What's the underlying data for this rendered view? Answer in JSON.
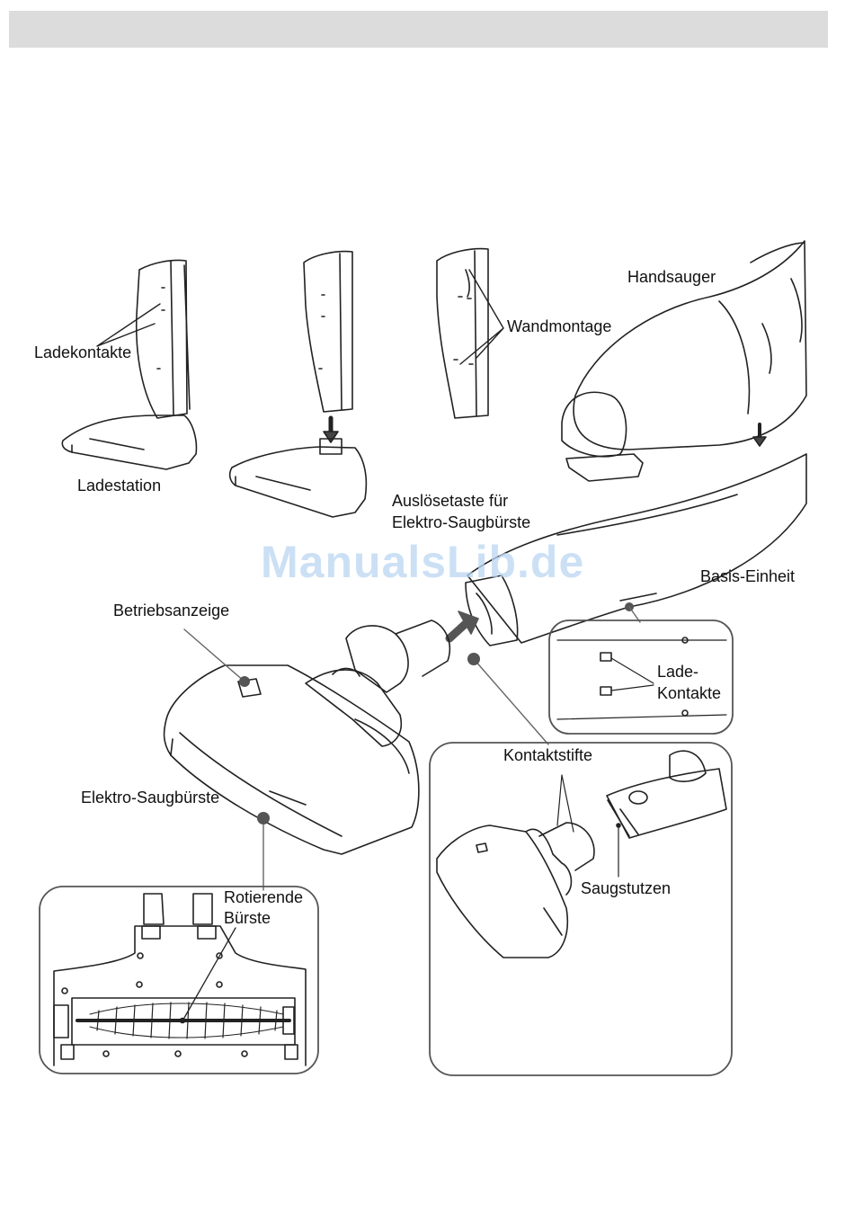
{
  "labels": {
    "ladekontakte": "Ladekontakte",
    "ladestation": "Ladestation",
    "wandmontage": "Wandmontage",
    "handsauger": "Handsauger",
    "ausloesetaste_line1": "Auslösetaste für",
    "ausloesetaste_line2": "Elektro-Saugbürste",
    "basis_einheit": "Basis-Einheit",
    "betriebsanzeige": "Betriebsanzeige",
    "lade_kontakte_line1": "Lade-",
    "lade_kontakte_line2": "Kontakte",
    "kontaktstifte": "Kontaktstifte",
    "elektro_saugbuerste": "Elektro-Saugbürste",
    "saugstutzen": "Saugstutzen",
    "rotierende_line1": "Rotierende",
    "rotierende_line2": "Bürste"
  },
  "watermark": "ManualsLib.de",
  "colors": {
    "header_bar": "#dcdcdc",
    "line": "#222222",
    "callout_border": "#555555",
    "watermark": "#bcd6f2"
  }
}
